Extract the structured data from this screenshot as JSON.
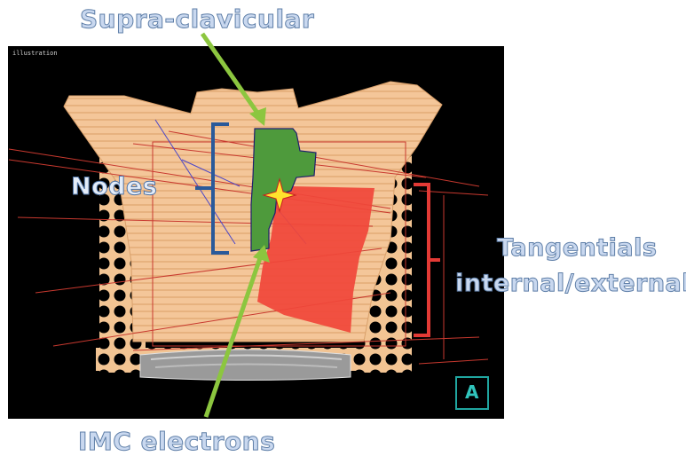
{
  "panel": {
    "tag": "illustration"
  },
  "labels": {
    "supra": "Supra-clavicular",
    "nodes": "Nodes",
    "tangentials": "Tangentials",
    "internal_external": "internal/external",
    "imc": "IMC electrons"
  },
  "logo": {
    "text": "A"
  },
  "colors": {
    "skin": "#f4c699",
    "supraclavicular_field": "#4e9a3c",
    "tangential_field": "#f0473a",
    "nodes_bracket": "#2a5a9a",
    "tangentials_bracket": "#e33a35",
    "arrows": "#8cc63f",
    "beam_lines": "#c8392f",
    "star": "#ffe32d"
  }
}
